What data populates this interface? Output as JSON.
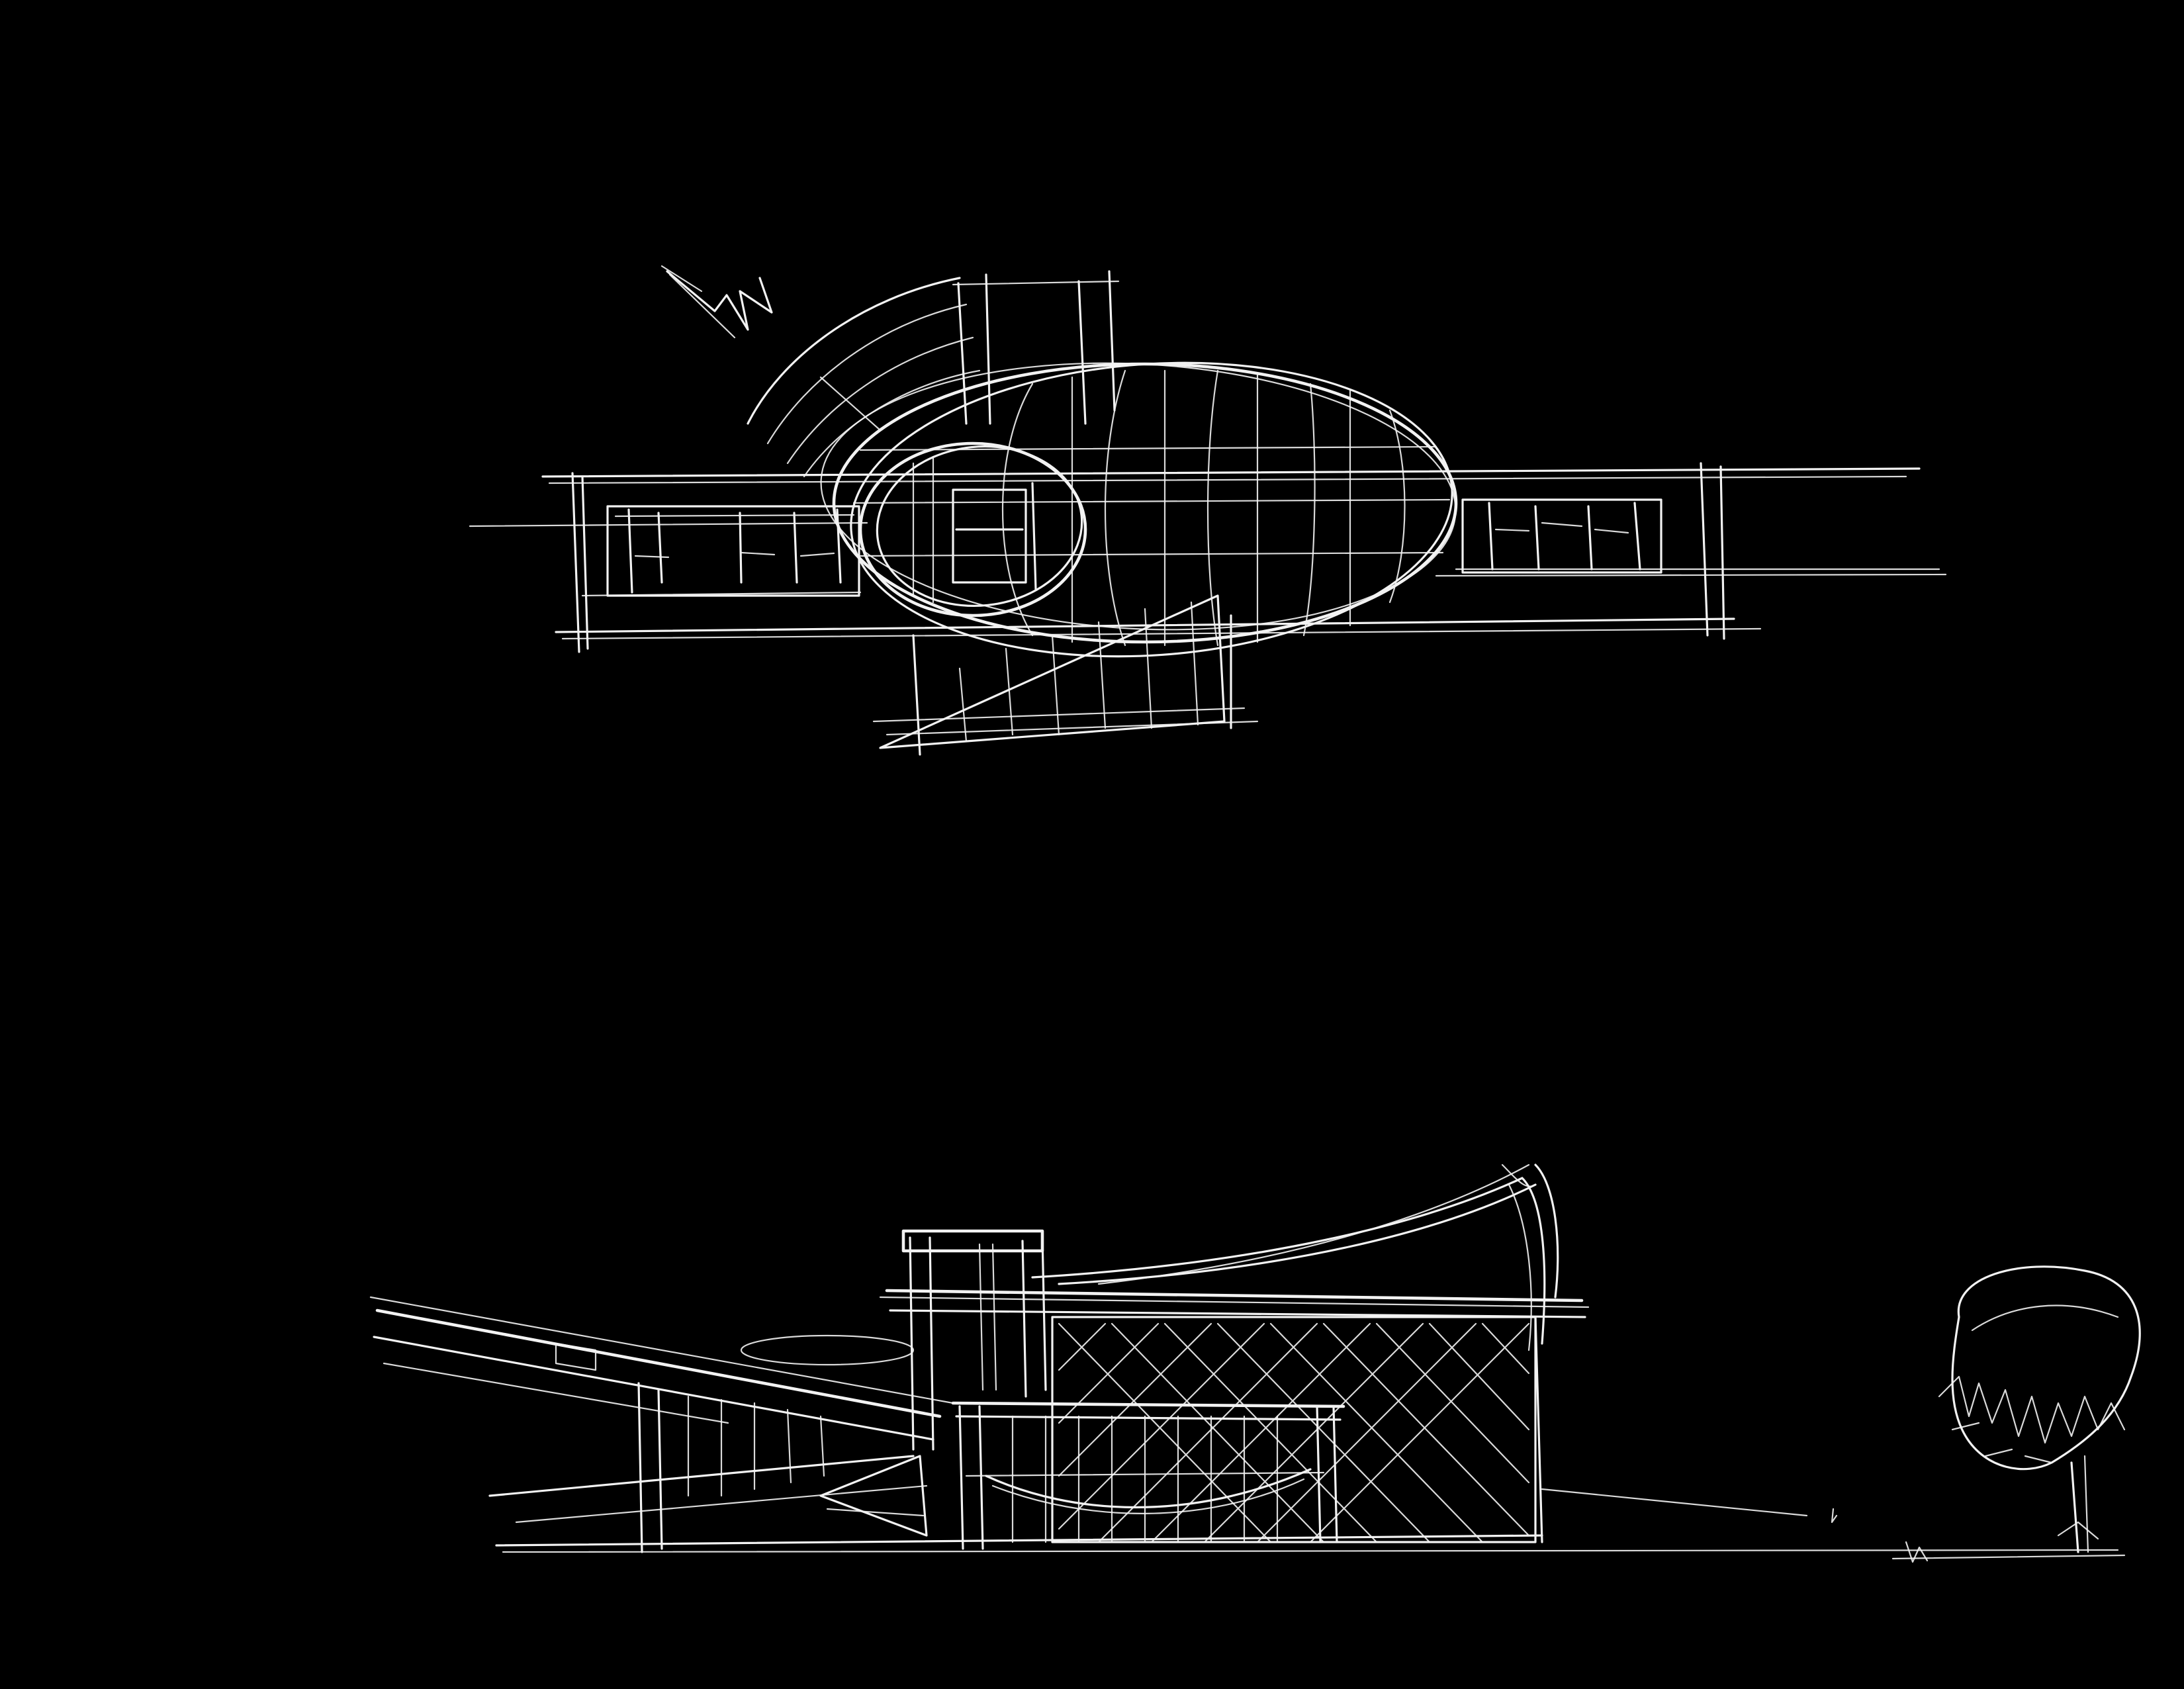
{
  "canvas": {
    "background": "#000000",
    "ink": "#f2f2f2"
  },
  "drawings": [
    {
      "id": "plan-view",
      "kind": "hand sketch"
    },
    {
      "id": "elevation-view",
      "kind": "hand sketch"
    }
  ]
}
